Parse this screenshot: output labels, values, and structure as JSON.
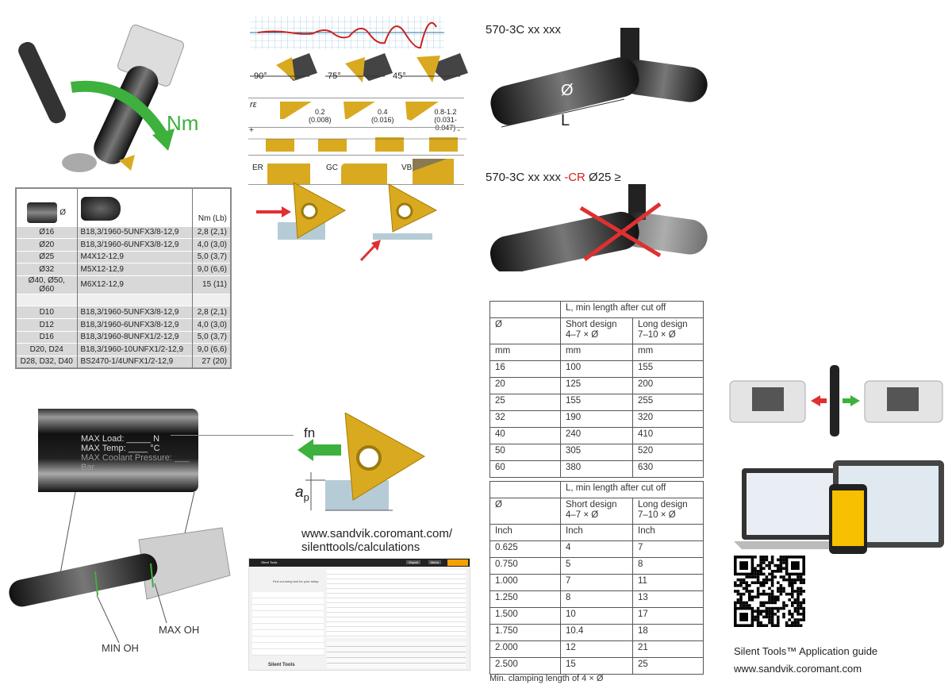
{
  "torque_illustration": {
    "label": "Nm"
  },
  "bolt_table": {
    "header": {
      "diameter_symbol": "Ø",
      "torque": "Nm (Lb)"
    },
    "rows": [
      {
        "size": "Ø16",
        "screw": "B18,3/1960-5UNFX3/8-12,9",
        "torque": "2,8 (2,1)"
      },
      {
        "size": "Ø20",
        "screw": "B18,3/1960-6UNFX3/8-12,9",
        "torque": "4,0 (3,0)"
      },
      {
        "size": "Ø25",
        "screw": "M4X12-12,9",
        "torque": "5,0 (3,7)"
      },
      {
        "size": "Ø32",
        "screw": "M5X12-12,9",
        "torque": "9,0 (6,6)"
      },
      {
        "size": "Ø40, Ø50, Ø60",
        "screw": "M6X12-12,9",
        "torque": "15 (11)"
      },
      {
        "size": "",
        "screw": "",
        "torque": ""
      },
      {
        "size": "D10",
        "screw": "B18,3/1960-5UNFX3/8-12,9",
        "torque": "2,8 (2,1)"
      },
      {
        "size": "D12",
        "screw": "B18,3/1960-6UNFX3/8-12,9",
        "torque": "4,0 (3,0)"
      },
      {
        "size": "D16",
        "screw": "B18,3/1960-8UNFX1/2-12,9",
        "torque": "5,0 (3,7)"
      },
      {
        "size": "D20, D24",
        "screw": "B18,3/1960-10UNFX1/2-12,9",
        "torque": "9,0 (6,6)"
      },
      {
        "size": "D28, D32, D40",
        "screw": "BS2470-1/4UNFX1/2-12,9",
        "torque": "27 (20)"
      }
    ]
  },
  "insert_diagrams": {
    "angles": [
      "90°",
      "75°",
      "45°"
    ],
    "radius_symbol": "rε",
    "radii": [
      {
        "mm": "0.2",
        "inch": "(0.008)"
      },
      {
        "mm": "0.4",
        "inch": "(0.016)"
      },
      {
        "mm": "0.8-1.2",
        "inch": "(0.031-0.047)"
      }
    ],
    "rake_plus": "+",
    "rake_minus": "-",
    "edge_types": [
      "ER",
      "GC",
      "VB"
    ]
  },
  "tube_label": {
    "load": "MAX Load: _____ N",
    "temp": "MAX Temp: ____ °C",
    "coolant": "MAX Coolant Pressure: ___ Bar"
  },
  "overhang": {
    "min": "MIN OH",
    "max": "MAX OH"
  },
  "cutting_diagram": {
    "feed": "fn",
    "depth": "a",
    "depth_sub": "p"
  },
  "calc_url": {
    "line1": "www.sandvik.coromant.com/",
    "line2": "silenttools/calculations"
  },
  "app_screenshot": {
    "title": "Silent Tools",
    "brand": "Silent Tools",
    "heading": "Find a turning tool for your setup",
    "export": "Export",
    "menu": "Menu"
  },
  "tool_heading_1": "570-3C xx xxx",
  "tool_heading_2": {
    "base": "570-3C xx xxx ",
    "cr": "-CR",
    "rest": " Ø25 ≥"
  },
  "dim_labels": {
    "diameter": "Ø",
    "length": "L"
  },
  "metric_table": {
    "span_header": "L, min length after cut off",
    "col1": "Ø",
    "col2": "Short design\n4–7 × Ø",
    "col3": "Long design\n7–10 × Ø",
    "units": [
      "mm",
      "mm",
      "mm"
    ],
    "rows": [
      [
        "16",
        "100",
        "155"
      ],
      [
        "20",
        "125",
        "200"
      ],
      [
        "25",
        "155",
        "255"
      ],
      [
        "32",
        "190",
        "320"
      ],
      [
        "40",
        "240",
        "410"
      ],
      [
        "50",
        "305",
        "520"
      ],
      [
        "60",
        "380",
        "630"
      ]
    ]
  },
  "inch_table": {
    "span_header": "L, min length after cut off",
    "col1": "Ø",
    "col2": "Short design\n4–7 × Ø",
    "col3": "Long design\n7–10 × Ø",
    "units": [
      "Inch",
      "Inch",
      "Inch"
    ],
    "rows": [
      [
        "0.625",
        "4",
        "7"
      ],
      [
        "0.750",
        "5",
        "8"
      ],
      [
        "1.000",
        "7",
        "11"
      ],
      [
        "1.250",
        "8",
        "13"
      ],
      [
        "1.500",
        "10",
        "17"
      ],
      [
        "1.750",
        "10.4",
        "18"
      ],
      [
        "2.000",
        "12",
        "21"
      ],
      [
        "2.500",
        "15",
        "25"
      ]
    ]
  },
  "footnote": "Min. clamping length of 4 × Ø",
  "guide": {
    "title": "Silent Tools™ Application guide",
    "url": "www.sandvik.coromant.com"
  },
  "colors": {
    "insert_gold": "#d9a920",
    "arrow_green": "#3db03d",
    "arrow_red": "#e03030",
    "cr_red": "#d42020"
  }
}
